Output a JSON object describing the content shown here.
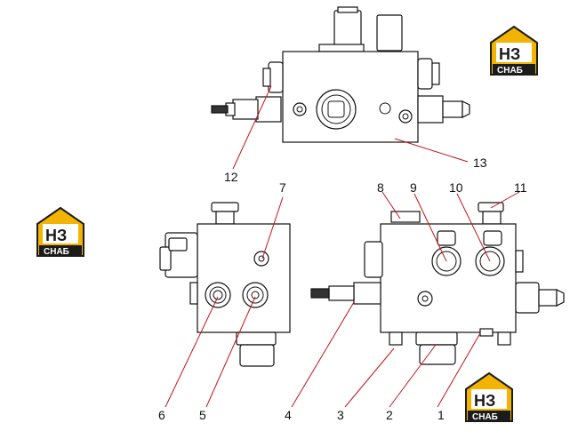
{
  "logo": {
    "mark": "НЗ",
    "sub": "CHAБ",
    "accent": "#f2b400",
    "dark": "#1b1b1b"
  },
  "callouts": [
    "1",
    "2",
    "3",
    "4",
    "5",
    "6",
    "7",
    "8",
    "9",
    "10",
    "11",
    "12",
    "13"
  ]
}
